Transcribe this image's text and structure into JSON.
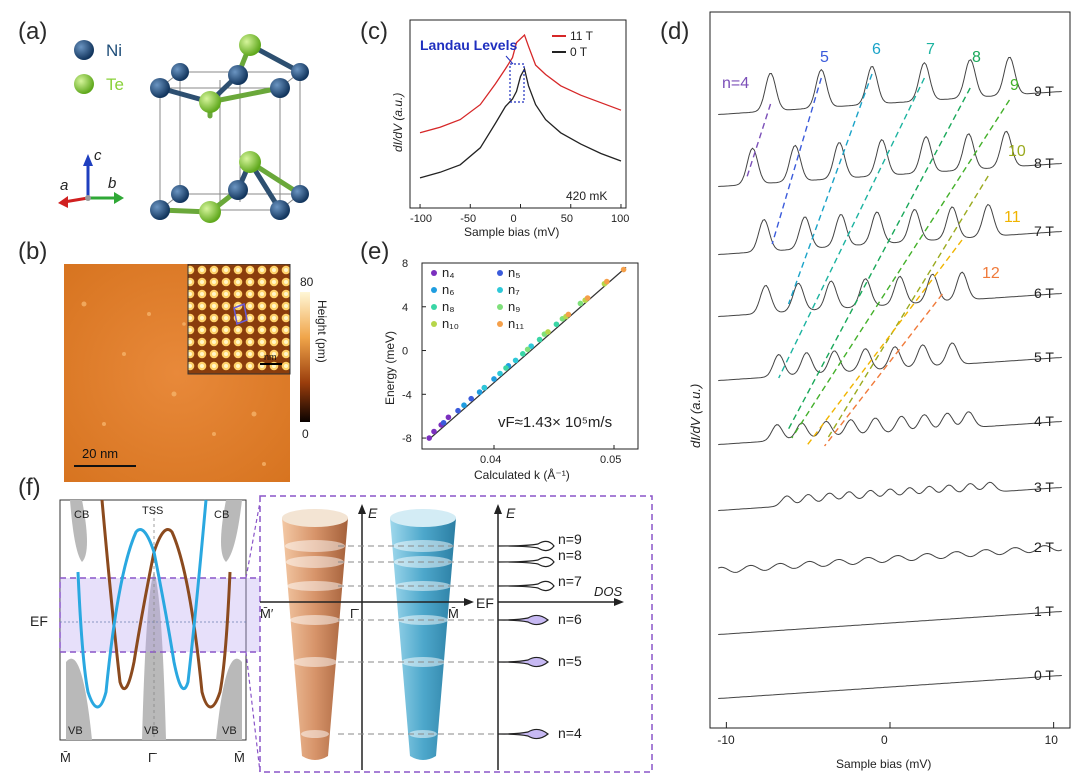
{
  "panels": {
    "a": {
      "letter": "(a)",
      "legend": [
        {
          "label": "Ni",
          "color": "#1f4e79"
        },
        {
          "label": "Te",
          "color": "#8ad13a"
        }
      ],
      "axes": {
        "c": "c",
        "a": "a",
        "b": "b"
      }
    },
    "b": {
      "letter": "(b)",
      "scalebar": "20 nm",
      "inset_scalebar": "nm",
      "colorbar": {
        "max": "80",
        "min": "0",
        "label": "Height (pm)"
      }
    },
    "c": {
      "letter": "(c)",
      "annotation": "Landau Levels",
      "temperature": "420 mK",
      "xlabel": "Sample bias (mV)",
      "ylabel": "dI/dV (a.u.)",
      "xticks": [
        "-100",
        "-50",
        "0",
        "50",
        "100"
      ],
      "legend": [
        {
          "label": "11 T",
          "color": "#d62728"
        },
        {
          "label": "0 T",
          "color": "#222222"
        }
      ]
    },
    "d": {
      "letter": "(d)",
      "xlabel": "Sample bias (mV)",
      "ylabel": "dI/dV (a.u.)",
      "xticks": [
        "-10",
        "0",
        "10"
      ],
      "fields": [
        "9 T",
        "8 T",
        "7 T",
        "6 T",
        "5 T",
        "4 T",
        "3 T",
        "2 T",
        "1 T",
        "0 T"
      ],
      "level_labels": [
        {
          "text": "n=4",
          "color": "#7b4fb8"
        },
        {
          "text": "5",
          "color": "#3b5bdb"
        },
        {
          "text": "6",
          "color": "#1aa3c8"
        },
        {
          "text": "7",
          "color": "#1cb3a0"
        },
        {
          "text": "8",
          "color": "#19a85a"
        },
        {
          "text": "9",
          "color": "#43b02a"
        },
        {
          "text": "10",
          "color": "#9aaa1f"
        },
        {
          "text": "11",
          "color": "#f0b400"
        },
        {
          "text": "12",
          "color": "#f07a3a"
        }
      ]
    },
    "e": {
      "letter": "(e)",
      "xlabel": "Calculated k (Å⁻¹)",
      "ylabel": "Energy (meV)",
      "xticks": [
        "0.04",
        "0.05"
      ],
      "yticks": [
        "8",
        "4",
        "0",
        "-4",
        "-8"
      ],
      "annotation": "vF≈1.43× 10⁵m/s",
      "legend": [
        {
          "label": "n₄",
          "color": "#7b2fbe"
        },
        {
          "label": "n₅",
          "color": "#3b5bdb"
        },
        {
          "label": "n₆",
          "color": "#1f9de0"
        },
        {
          "label": "n₇",
          "color": "#2ec8d8"
        },
        {
          "label": "n₈",
          "color": "#3ad6a6"
        },
        {
          "label": "n₉",
          "color": "#7fe07a"
        },
        {
          "label": "n₁₀",
          "color": "#b6d64a"
        },
        {
          "label": "n₁₁",
          "color": "#f5a04a"
        }
      ]
    },
    "f": {
      "letter": "(f)",
      "band_labels": {
        "cb_left": "CB",
        "cb_right": "CB",
        "tss": "TSS",
        "vb_left": "VB",
        "vb_mid": "VB",
        "vb_right": "VB",
        "ef": "EF"
      },
      "k_labels": {
        "m_left": "M̄",
        "gamma": "Γ̄",
        "m_right": "M̄"
      },
      "cone_labels": {
        "e1": "E",
        "e2": "E",
        "mprime": "M̄′",
        "gamma": "Γ̄",
        "m": "M̄",
        "ef": "EF",
        "dos": "DOS"
      },
      "levels": [
        "n=9",
        "n=8",
        "n=7",
        "n=6",
        "n=5",
        "n=4"
      ]
    }
  },
  "chart_data": [
    {
      "panel": "c",
      "type": "line",
      "xlabel": "Sample bias (mV)",
      "ylabel": "dI/dV (a.u.)",
      "xlim": [
        -110,
        105
      ],
      "series": [
        {
          "name": "11 T",
          "x": [
            -100,
            -80,
            -60,
            -40,
            -25,
            -15,
            -8,
            -4,
            0,
            4,
            8,
            15,
            25,
            40,
            60,
            80,
            100
          ],
          "y": [
            0.4,
            0.43,
            0.47,
            0.55,
            0.66,
            0.74,
            0.8,
            0.88,
            0.9,
            0.92,
            0.86,
            0.76,
            0.71,
            0.65,
            0.6,
            0.56,
            0.52
          ]
        },
        {
          "name": "0 T",
          "x": [
            -100,
            -80,
            -60,
            -40,
            -25,
            -15,
            -8,
            -4,
            0,
            4,
            8,
            15,
            25,
            40,
            60,
            80,
            100
          ],
          "y": [
            0.16,
            0.19,
            0.23,
            0.32,
            0.45,
            0.54,
            0.58,
            0.62,
            0.7,
            0.74,
            0.65,
            0.55,
            0.47,
            0.4,
            0.34,
            0.29,
            0.25
          ]
        }
      ]
    },
    {
      "panel": "e",
      "type": "scatter",
      "xlabel": "Calculated k (Å⁻¹)",
      "ylabel": "Energy (meV)",
      "xlim": [
        0.034,
        0.052
      ],
      "ylim": [
        -9,
        8
      ],
      "fit": {
        "x": [
          0.0345,
          0.051
        ],
        "y": [
          -8.2,
          7.6
        ]
      },
      "series": [
        {
          "name": "n₄",
          "x": [
            0.0346,
            0.035,
            0.0356,
            0.0362
          ],
          "y": [
            -8.0,
            -7.4,
            -6.8,
            -6.1
          ]
        },
        {
          "name": "n₅",
          "x": [
            0.0358,
            0.037,
            0.0381,
            0.0392
          ],
          "y": [
            -6.6,
            -5.5,
            -4.4,
            -3.4
          ]
        },
        {
          "name": "n₆",
          "x": [
            0.0375,
            0.0388,
            0.04,
            0.0412
          ],
          "y": [
            -5.0,
            -3.8,
            -2.6,
            -1.4
          ]
        },
        {
          "name": "n₇",
          "x": [
            0.0392,
            0.0405,
            0.0418,
            0.0431
          ],
          "y": [
            -3.4,
            -2.1,
            -0.9,
            0.4
          ]
        },
        {
          "name": "n₈",
          "x": [
            0.041,
            0.0424,
            0.0438,
            0.0452
          ],
          "y": [
            -1.6,
            -0.3,
            1.0,
            2.4
          ]
        },
        {
          "name": "n₉",
          "x": [
            0.0428,
            0.0442,
            0.0457,
            0.0472
          ],
          "y": [
            0.1,
            1.5,
            2.9,
            4.3
          ]
        },
        {
          "name": "n₁₀",
          "x": [
            0.0445,
            0.046,
            0.0476,
            0.0492
          ],
          "y": [
            1.7,
            3.1,
            4.6,
            6.1
          ]
        },
        {
          "name": "n₁₁",
          "x": [
            0.0462,
            0.0478,
            0.0494,
            0.0508
          ],
          "y": [
            3.3,
            4.8,
            6.3,
            7.4
          ]
        }
      ]
    }
  ]
}
